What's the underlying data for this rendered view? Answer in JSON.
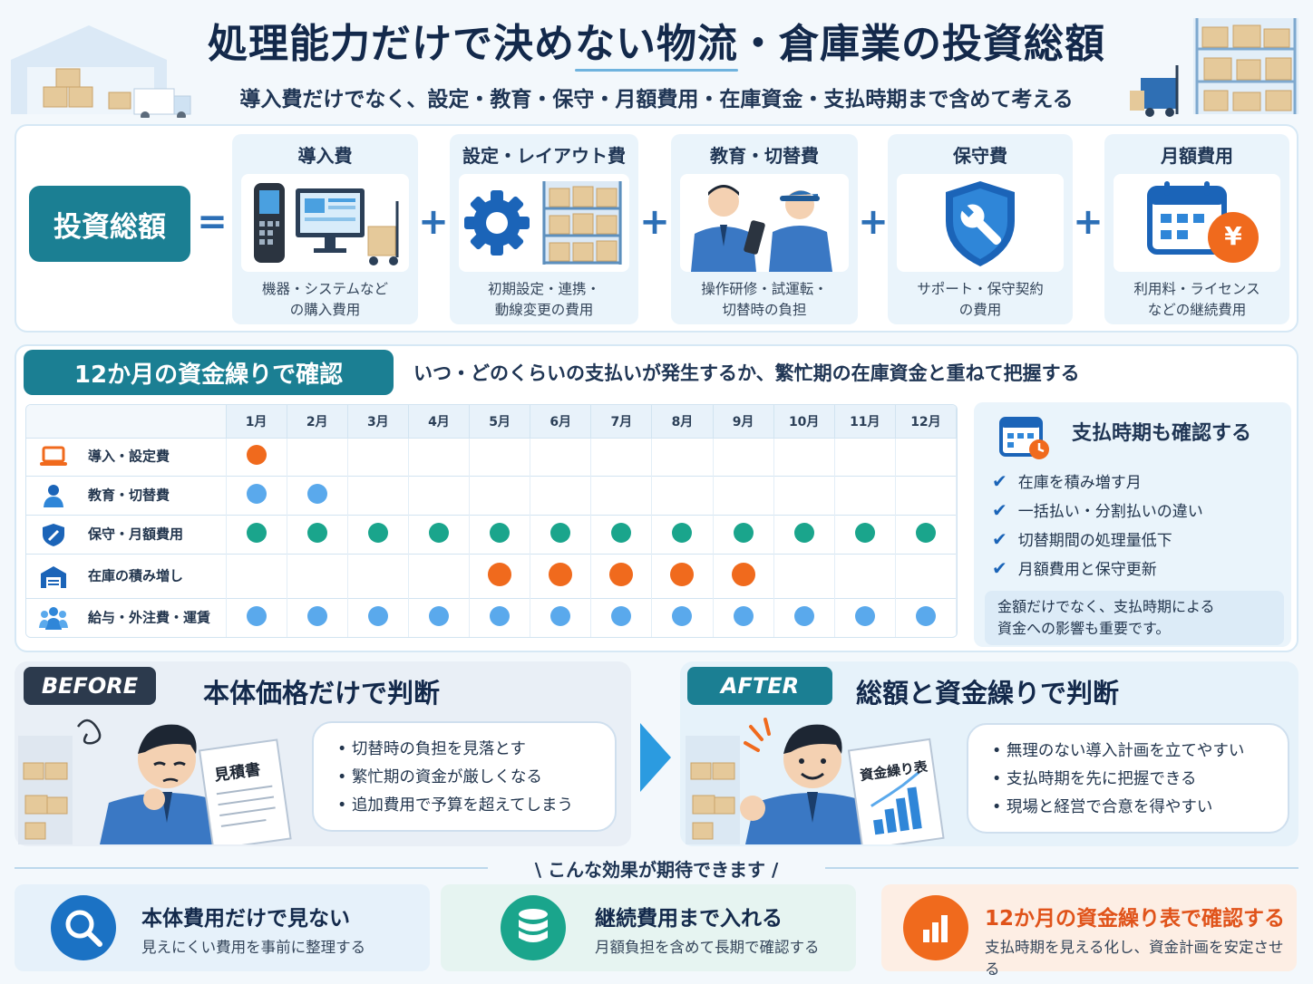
{
  "header": {
    "title": "処理能力だけで決めない物流・倉庫業の投資総額",
    "subtitle": "導入費だけでなく、設定・教育・保守・月額費用・在庫資金・支払時期まで含めて考える"
  },
  "formula": {
    "total_label": "投資総額",
    "equals": "=",
    "plus": "+",
    "items": [
      {
        "title": "導入費",
        "desc1": "機器・システムなど",
        "desc2": "の購入費用",
        "icon": "scanner-monitor-cart-icon"
      },
      {
        "title": "設定・レイアウト費",
        "desc1": "初期設定・連携・",
        "desc2": "動線変更の費用",
        "icon": "gear-shelf-icon"
      },
      {
        "title": "教育・切替費",
        "desc1": "操作研修・試運転・",
        "desc2": "切替時の負担",
        "icon": "training-workers-icon"
      },
      {
        "title": "保守費",
        "desc1": "サポート・保守契約",
        "desc2": "の費用",
        "icon": "shield-wrench-icon"
      },
      {
        "title": "月額費用",
        "desc1": "利用料・ライセンス",
        "desc2": "などの継続費用",
        "icon": "calendar-yen-icon"
      }
    ]
  },
  "schedule": {
    "tag": "12か月の資金繰りで確認",
    "lead": "いつ・どのくらいの支払いが発生するか、繁忙期の在庫資金と重ねて把握する",
    "months": [
      "1月",
      "2月",
      "3月",
      "4月",
      "5月",
      "6月",
      "7月",
      "8月",
      "9月",
      "10月",
      "11月",
      "12月"
    ],
    "rows": [
      {
        "label": "導入・設定費",
        "icon": "laptop-icon",
        "color": "#f06a1d",
        "months": [
          1
        ],
        "big": false
      },
      {
        "label": "教育・切替費",
        "icon": "person-icon",
        "color": "#5aa9ec",
        "months": [
          1,
          2
        ],
        "big": false
      },
      {
        "label": "保守・月額費用",
        "icon": "shield-icon",
        "color": "#1aa58c",
        "months": [
          1,
          2,
          3,
          4,
          5,
          6,
          7,
          8,
          9,
          10,
          11,
          12
        ],
        "big": false
      },
      {
        "label": "在庫の積み増し",
        "icon": "warehouse-icon",
        "color": "#f06a1d",
        "months": [
          5,
          6,
          7,
          8,
          9
        ],
        "big": true
      },
      {
        "label": "給与・外注費・運賃",
        "icon": "people-icon",
        "color": "#5aa9ec",
        "months": [
          1,
          2,
          3,
          4,
          5,
          6,
          7,
          8,
          9,
          10,
          11,
          12
        ],
        "big": false
      }
    ],
    "checks": {
      "title": "支払時期も確認する",
      "items": [
        "在庫を積み増す月",
        "一括払い・分割払いの違い",
        "切替期間の処理量低下",
        "月額費用と保守更新"
      ],
      "note1": "金額だけでなく、支払時期による",
      "note2": "資金への影響も重要です。"
    }
  },
  "before": {
    "tag": "BEFORE",
    "heading": "本体価格だけで判断",
    "doc_label": "見積書",
    "points": [
      "切替時の負担を見落とす",
      "繁忙期の資金が厳しくなる",
      "追加費用で予算を超えてしまう"
    ]
  },
  "after": {
    "tag": "AFTER",
    "heading": "総額と資金繰りで判断",
    "doc_label": "資金繰り表",
    "points": [
      "無理のない導入計画を立てやすい",
      "支払時期を先に把握できる",
      "現場と経営で合意を得やすい"
    ]
  },
  "effects": {
    "heading": "\\ こんな効果が期待できます /",
    "items": [
      {
        "title": "本体費用だけで見ない",
        "desc": "見えにくい費用を事前に整理する",
        "icon": "search-icon",
        "color": "#1b72c4"
      },
      {
        "title": "継続費用まで入れる",
        "desc": "月額負担を含めて長期で確認する",
        "icon": "database-icon",
        "color": "#1aa58c"
      },
      {
        "title": "12か月の資金繰り表で確認する",
        "desc": "支払時期を見える化し、資金計画を安定させる",
        "icon": "bar-chart-icon",
        "color": "#f06a1d"
      }
    ]
  },
  "colors": {
    "teal": "#1b7f93",
    "navy": "#13294b",
    "orange": "#f06a1d",
    "blue": "#5aa9ec",
    "green": "#1aa58c"
  }
}
